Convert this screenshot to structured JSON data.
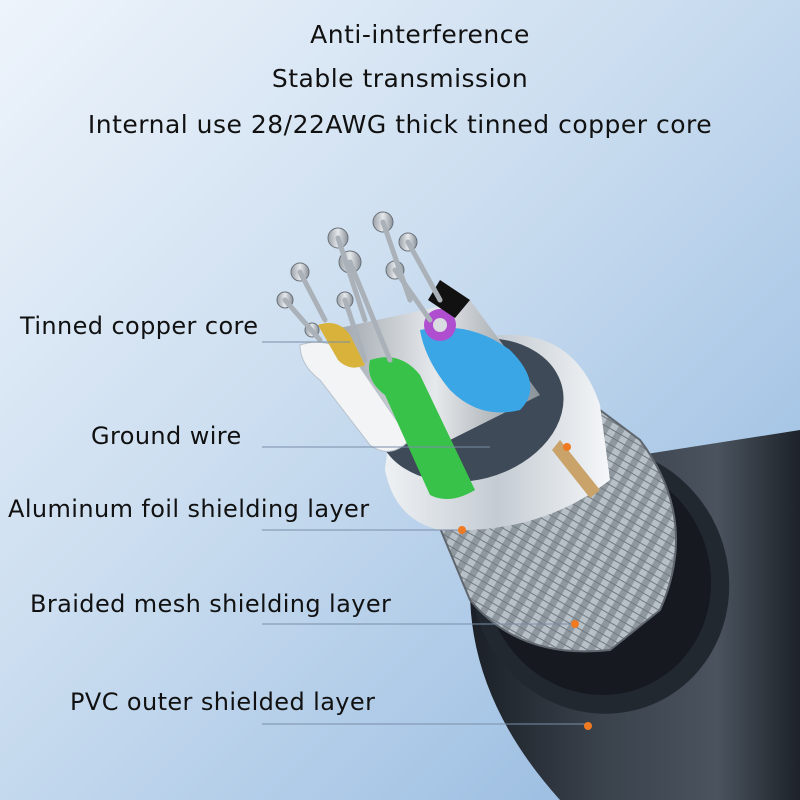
{
  "headlines": {
    "line1": "Anti-interference",
    "line2": "Stable transmission",
    "line3": "Internal use 28/22AWG thick tinned copper core"
  },
  "labels": {
    "tinned_core": "Tinned copper core",
    "ground_wire": "Ground wire",
    "aluminum_foil": "Aluminum foil shielding layer",
    "braided_mesh": "Braided mesh shielding layer",
    "pvc_outer": "PVC outer shielded layer"
  },
  "colors": {
    "marker": "#f07a22",
    "leader_line": "#7a8ea8",
    "pvc_jacket": "#2a3038",
    "foil": "#d7dde3",
    "braid": "#9aa3ab",
    "wire_green": "#39c24a",
    "wire_blue": "#3aa6e6",
    "wire_white": "#f2f4f6",
    "wire_purple": "#b04ed0"
  }
}
